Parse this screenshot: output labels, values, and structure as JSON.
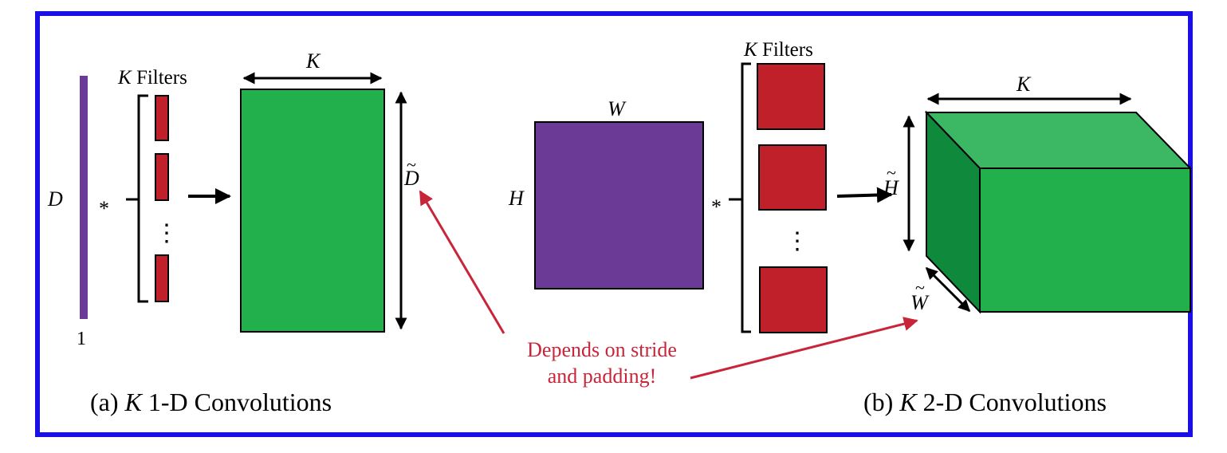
{
  "colors": {
    "frame": "#1a10e6",
    "vector": "#6b3a97",
    "filter": "#c0202a",
    "output_front": "#21b04c",
    "output_top": "#3cb764",
    "output_side": "#0f8a3c",
    "annotation": "#c8253a",
    "ink": "#1a1a1a"
  },
  "panel_a": {
    "d_label": "D",
    "one_label": "1",
    "star": "*",
    "filters_k": "K",
    "filters_word": " Filters",
    "dots": "⋮",
    "k_label": "K",
    "d_tilde": "D",
    "tilde": "~",
    "caption_prefix": "(a) ",
    "caption_k": "K",
    "caption_rest": " 1-D Convolutions"
  },
  "panel_b": {
    "w_label": "W",
    "h_label": "H",
    "star": "*",
    "filters_k": "K",
    "filters_word": " Filters",
    "dots": "⋮",
    "k_label": "K",
    "h_tilde": "H",
    "w_tilde": "W",
    "tilde": "~",
    "caption_prefix": "(b) ",
    "caption_k": "K",
    "caption_rest": " 2-D Convolutions"
  },
  "annotation": {
    "line1": "Depends on stride",
    "line2": "and padding!"
  }
}
